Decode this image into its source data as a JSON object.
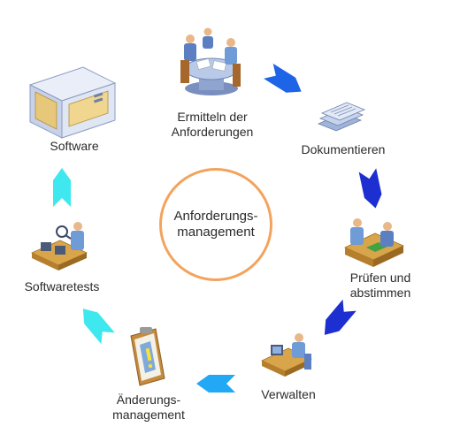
{
  "center": {
    "text": "Anforderungs-\nmanagement",
    "ring_color": "#f3a35c"
  },
  "steps": [
    {
      "id": "ermitteln",
      "label": "Ermitteln der\nAnforderungen",
      "icon": "meeting-icon"
    },
    {
      "id": "dokumentieren",
      "label": "Dokumentieren",
      "icon": "documents-icon"
    },
    {
      "id": "pruefen",
      "label": "Prüfen und\nabstimmen",
      "icon": "review-icon"
    },
    {
      "id": "verwalten",
      "label": "Verwalten",
      "icon": "workstation-icon"
    },
    {
      "id": "aenderung",
      "label": "Änderungs-\nmanagement",
      "icon": "clipboard-icon"
    },
    {
      "id": "tests",
      "label": "Softwaretests",
      "icon": "testing-icon"
    },
    {
      "id": "software",
      "label": "Software",
      "icon": "software-box-icon"
    }
  ],
  "arrow_colors": {
    "blue": "#1e64e6",
    "dark_blue": "#1d2fd0",
    "light_blue": "#22a8f5",
    "cyan": "#3ee8ee"
  }
}
